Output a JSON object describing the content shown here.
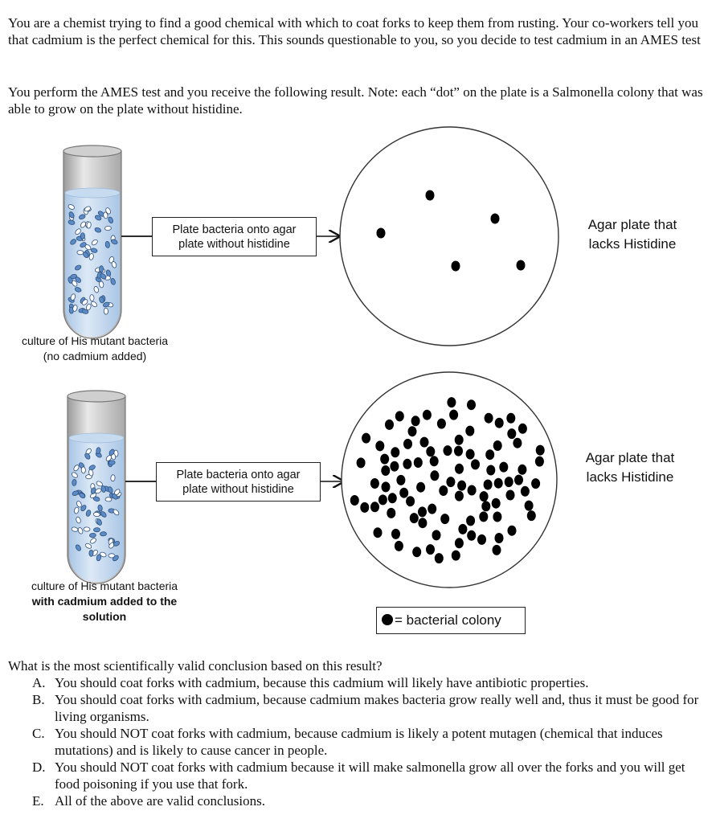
{
  "intro": {
    "paragraph1": "You are a chemist trying to find a good chemical with which to coat forks to keep them from rusting.  Your co-workers tell you that cadmium is the perfect chemical for this.  This sounds questionable to you, so you decide to test cadmium in an AMES test",
    "paragraph2": "You perform the AMES test and you receive the following result.  Note: each “dot” on the plate is a Salmonella colony that was able to grow on the plate without histidine."
  },
  "figure": {
    "control": {
      "caption_line1": "culture of His mutant bacteria",
      "caption_line2": "(no cadmium added)",
      "step_line1": "Plate bacteria onto agar",
      "step_line2": "plate without histidine",
      "plate_label_line1": "Agar plate that",
      "plate_label_line2": "lacks Histidine",
      "colony_count": 5
    },
    "cadmium": {
      "caption_line1": "culture of His mutant bacteria",
      "caption_line2": "with cadmium added to the",
      "caption_line3": "solution",
      "step_line1": "Plate bacteria onto agar",
      "step_line2": "plate without histidine",
      "plate_label_line1": "Agar plate that",
      "plate_label_line2": "lacks Histidine"
    },
    "legend_text": "= bacterial colony",
    "colors": {
      "tube_liquid": "#b9d4ee",
      "bacteria_fill": "#5b8cc8",
      "colony": "#000000"
    }
  },
  "question": {
    "stem": "What is the most scientifically valid conclusion based on this result?",
    "options": [
      {
        "letter": "A.",
        "text": "You should coat forks with cadmium, because this cadmium will likely have antibiotic properties."
      },
      {
        "letter": "B.",
        "text": "You should coat forks with cadmium, because cadmium makes bacteria grow really well and, thus it must be good for living organisms."
      },
      {
        "letter": "C.",
        "text": "You should NOT coat forks with cadmium, because cadmium is likely a potent mutagen (chemical that induces mutations) and is likely to cause cancer in people."
      },
      {
        "letter": "D.",
        "text": "You should NOT coat forks with cadmium because it will make salmonella grow all over the forks and you will get food poisoning if you use that fork."
      },
      {
        "letter": "E.",
        "text": "All of the above are valid conclusions."
      }
    ]
  }
}
